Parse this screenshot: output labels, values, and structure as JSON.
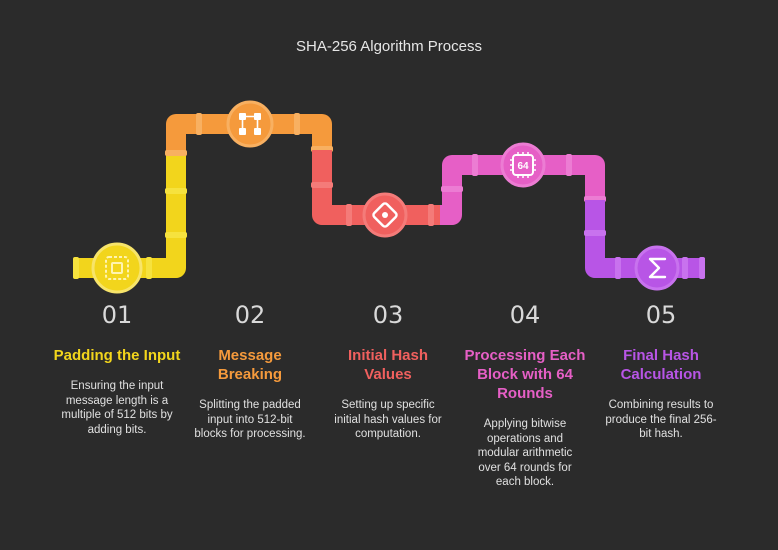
{
  "title": "SHA-256 Algorithm Process",
  "colors": {
    "background": "#2b2b2b",
    "step1": "#f2d51c",
    "step2": "#f59a3c",
    "step3": "#f0605e",
    "step4": "#e65fc6",
    "step5": "#b855e6"
  },
  "steps": [
    {
      "number": "01",
      "heading": "Padding the Input",
      "description": "Ensuring the input message length is a multiple of 512 bits by adding bits.",
      "icon": "padding-square-icon",
      "color": "#f2d51c"
    },
    {
      "number": "02",
      "heading": "Message Breaking",
      "description": "Splitting the padded input into 512-bit blocks for processing.",
      "icon": "block-split-icon",
      "color": "#f59a3c"
    },
    {
      "number": "03",
      "heading": "Initial Hash Values",
      "description": "Setting up specific initial hash values for computation.",
      "icon": "diamond-target-icon",
      "color": "#f0605e"
    },
    {
      "number": "04",
      "heading": "Processing Each Block with 64 Rounds",
      "description": "Applying bitwise operations and modular arithmetic over 64 rounds for each block.",
      "icon": "chip-64-icon",
      "icon_label": "64",
      "color": "#e65fc6"
    },
    {
      "number": "05",
      "heading": "Final Hash Calculation",
      "description": "Combining results to produce the final 256-bit hash.",
      "icon": "sigma-icon",
      "color": "#b855e6"
    }
  ]
}
